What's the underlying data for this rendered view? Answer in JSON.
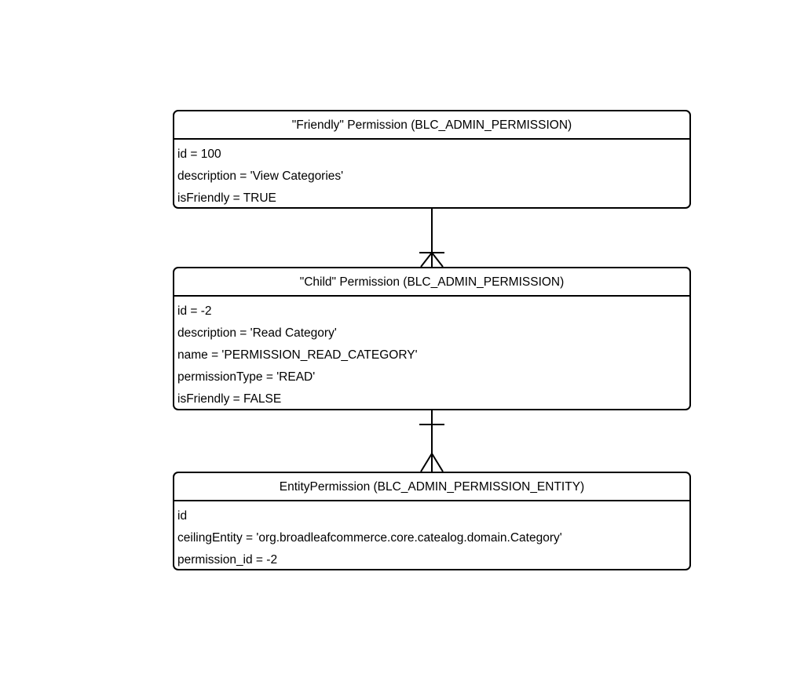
{
  "diagram": {
    "type": "entity-relationship-diagram",
    "notation": "crow's foot",
    "background_color": "#ffffff",
    "line_color": "#000000",
    "entities": [
      {
        "id": "friendly-permission",
        "title": "\"Friendly\" Permission (BLC_ADMIN_PERMISSION)",
        "attributes": [
          "id = 100",
          "description = 'View Categories'",
          "isFriendly = TRUE"
        ]
      },
      {
        "id": "child-permission",
        "title": "\"Child\" Permission (BLC_ADMIN_PERMISSION)",
        "attributes": [
          "id = -2",
          "description = 'Read Category'",
          "name = 'PERMISSION_READ_CATEGORY'",
          "permissionType = 'READ'",
          "isFriendly = FALSE"
        ]
      },
      {
        "id": "entity-permission",
        "title": "EntityPermission (BLC_ADMIN_PERMISSION_ENTITY)",
        "attributes": [
          "id",
          "ceilingEntity = 'org.broadleafcommerce.core.catealog.domain.Category'",
          "permission_id = -2"
        ]
      }
    ],
    "relationships": [
      {
        "id": "friendly-to-child",
        "from": "friendly-permission",
        "to": "child-permission",
        "from_cardinality": "one",
        "to_cardinality": "many"
      },
      {
        "id": "child-to-entity",
        "from": "child-permission",
        "to": "entity-permission",
        "from_cardinality": "one",
        "to_cardinality": "many"
      }
    ]
  }
}
